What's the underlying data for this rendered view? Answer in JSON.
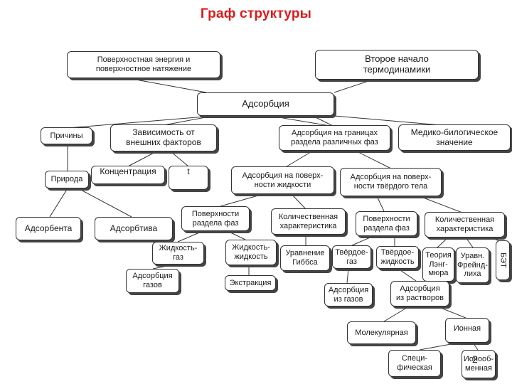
{
  "title": "Граф структуры",
  "nodes": {
    "surface_energy": "Поверхностная энергия и\nповерхностное натяжение",
    "second_law": "Второе начало\nтермодинамики",
    "adsorption": "Адсорбция",
    "causes": "Причины",
    "dependence_external": "Зависимость от\nвнешних факторов",
    "adsorption_phase_boundaries": "Адсорбция на границах\nраздела различных фаз",
    "medico_biological": "Медико-билогическое\nзначение",
    "nature": "Природа",
    "concentration": "Концентрация",
    "temperature": "t",
    "adsorption_liquid_surface": "Адсорбция на поверх-\nности жидкости",
    "adsorption_solid_surface": "Адсорбция на поверх-\nности твёрдого тела",
    "adsorbent": "Адсорбента",
    "adsorptive": "Адсорбтива",
    "interfaces_1": "Поверхности\nраздела фаз",
    "quantitative_1": "Количественная\nхарактеристика",
    "interfaces_2": "Поверхности\nраздела фаз",
    "quantitative_2": "Количественная\nхарактеристика",
    "liquid_gas": "Жидкость-\nгаз",
    "liquid_liquid": "Жидкость-\nжидкость",
    "gibbs_equation": "Уравнение\nГиббса",
    "solid_gas": "Твёрдое-\nгаз",
    "solid_liquid": "Твёрдое-\nжидкость",
    "langmuir_theory": "Теория\nЛэнг-\nмюра",
    "freundlich_eq": "Уравн.\nФрейнд-\nлиха",
    "bet": "БЭТ",
    "gas_adsorption_1": "Адсорбция\nгазов",
    "extraction": "Экстракция",
    "gas_adsorption_2": "Адсорбция\nиз газов",
    "solution_adsorption": "Адсорбция\nиз растворов",
    "molecular": "Молекулярная",
    "ionic": "Ионная",
    "specific": "Специ-\nфическая",
    "ion_exchange": "Ионооб-\nменная"
  },
  "page_number": "2"
}
